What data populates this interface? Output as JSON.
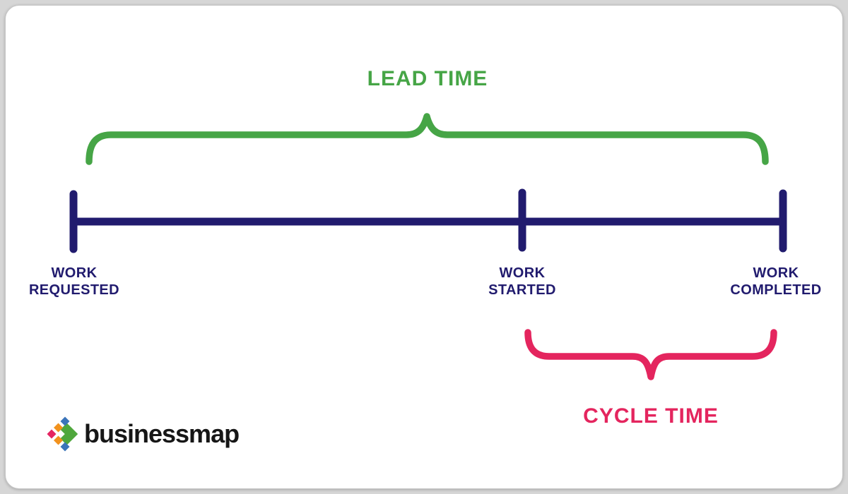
{
  "page": {
    "background_color": "#d6d6d6",
    "card_background_color": "#ffffff"
  },
  "diagram": {
    "lead_time": {
      "label": "LEAD TIME",
      "color": "#46a546",
      "spans": "WORK REQUESTED to WORK COMPLETED"
    },
    "cycle_time": {
      "label": "CYCLE TIME",
      "color": "#e4255e",
      "spans": "WORK STARTED to WORK COMPLETED"
    },
    "timeline": {
      "color": "#211b6e",
      "milestones": [
        {
          "line1": "WORK",
          "line2": "REQUESTED"
        },
        {
          "line1": "WORK",
          "line2": "STARTED"
        },
        {
          "line1": "WORK",
          "line2": "COMPLETED"
        }
      ]
    }
  },
  "logo": {
    "text": "businessmap",
    "icon_colors": {
      "pink": "#e52562",
      "orange": "#f2921d",
      "blue": "#3b74ba",
      "green": "#4fa73c"
    }
  }
}
